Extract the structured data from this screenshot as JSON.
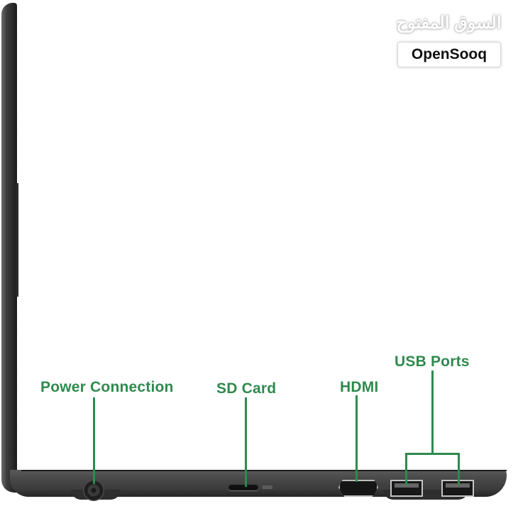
{
  "watermark": {
    "arabic": "السوق المفتوح",
    "english": "OpenSooq"
  },
  "labels": {
    "power": "Power Connection",
    "sd_card": "SD Card",
    "hdmi": "HDMI",
    "usb": "USB Ports"
  },
  "colors": {
    "annotation_green": "#2f8a4e",
    "laptop_body": "#3c3c3c",
    "background": "#ffffff"
  },
  "icons": {
    "power_port": "dc-power-jack-icon",
    "sd_slot": "micro-sd-slot-icon",
    "hdmi_port": "hdmi-port-icon",
    "usb_port": "usb-a-port-icon"
  }
}
